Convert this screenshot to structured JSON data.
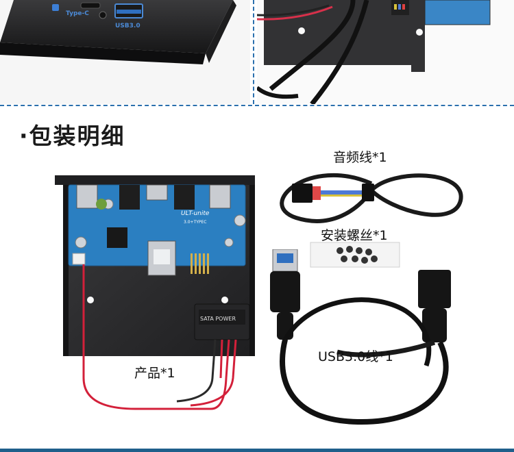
{
  "section": {
    "title": "·包装明细"
  },
  "top_photo": {
    "port_labels": [
      "Type-C",
      "USB3.0"
    ]
  },
  "items": {
    "audio_cable": "音频线*1",
    "screws": "安装螺丝*1",
    "usb_cable": "USB3.0线*1",
    "product": "产品*1"
  },
  "product_marks": {
    "brand": "ULT-unite",
    "model": "3.0+TYPEC",
    "power_label": "SATA POWER"
  },
  "colors": {
    "divider": "#2a6fad",
    "bottom_rule": "#1f5f8b",
    "pcb": "#2b7fc1",
    "bracket": "#2c2c2e"
  }
}
